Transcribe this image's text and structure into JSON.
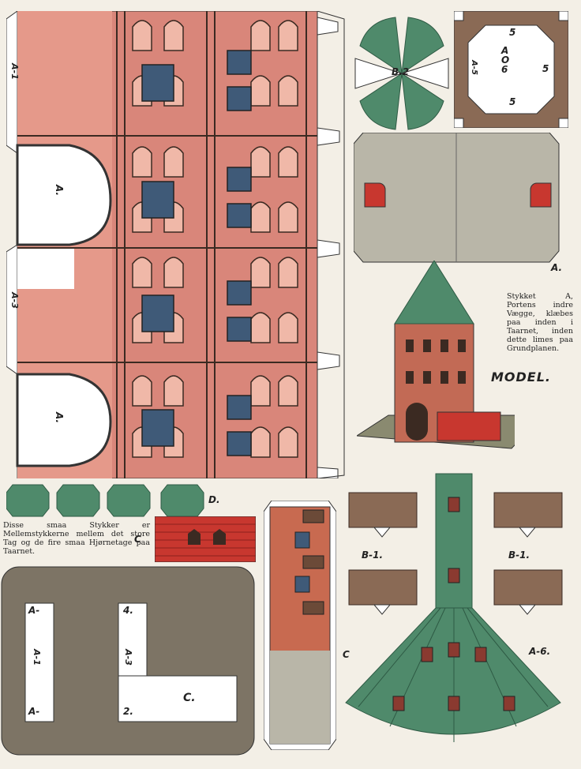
{
  "labels": {
    "a1_side": "A-1",
    "a3_side": "A-3",
    "a_arch_top": "A.",
    "a_arch_bottom": "A.",
    "b2": "B.2",
    "a6_top": "A\nO\n6",
    "a5_left": "A-5",
    "five_top": "5",
    "five_bottom": "5",
    "five_right": "5",
    "a_panel": "A.",
    "model": "MODEL.",
    "d": "D.",
    "c_small": "C",
    "c_tall": "C",
    "b1_left": "B-1.",
    "b1_right": "B-1.",
    "a6_roof": "A-6.",
    "c_base": "C.",
    "base_a_top": "A-",
    "base_a_bottom": "A-",
    "base_a1": "A-1",
    "base_a3": "A-3",
    "base_4": "4.",
    "base_2": "2."
  },
  "captions": {
    "model_note": "Stykket A, Portens indre Vægge, klæbes paa inden i Taarnet, inden dette limes paa Grundplanen.",
    "pieces_note": "Disse smaa Stykker er Mellemstykkerne mellem det store Tag og de fire smaa Hjørnetage paa Taarnet."
  },
  "colors": {
    "paper": "#f3efe6",
    "wall_pink": "#d9867a",
    "wall_dark": "#3b2a22",
    "roof_green": "#4f8a6b",
    "roof_green_dark": "#2e5a44",
    "brick_red": "#c8372f",
    "base_grey": "#7d7465",
    "stone_grey": "#b9b6a8",
    "brown_frame": "#8a6a55"
  }
}
